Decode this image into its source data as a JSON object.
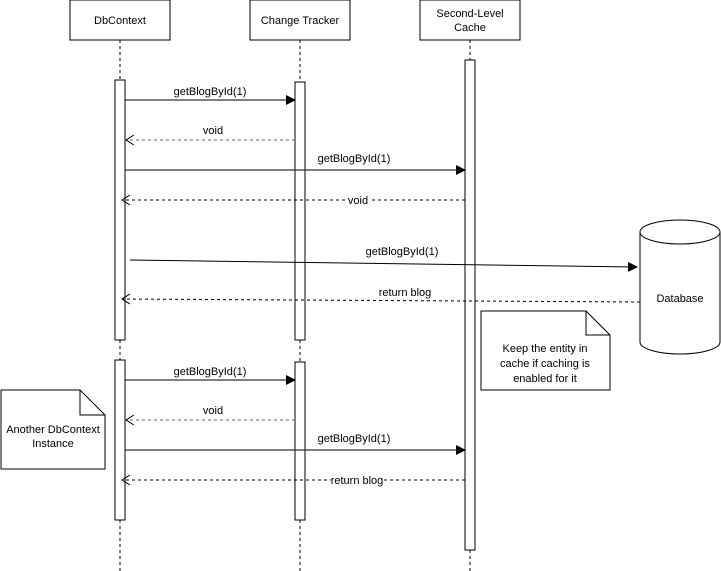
{
  "diagram": {
    "type": "sequence",
    "participants": [
      {
        "id": "dbcontext",
        "label_lines": [
          "DbContext"
        ]
      },
      {
        "id": "tracker",
        "label_lines": [
          "Change Tracker"
        ]
      },
      {
        "id": "cache",
        "label_lines": [
          "Second-Level",
          "Cache"
        ]
      }
    ],
    "database": {
      "label": "Database"
    },
    "messages": [
      {
        "id": "m1",
        "from": "dbcontext",
        "to": "tracker",
        "kind": "call",
        "label": "getBlogById(1)"
      },
      {
        "id": "m2",
        "from": "tracker",
        "to": "dbcontext",
        "kind": "return",
        "label": "void"
      },
      {
        "id": "m3",
        "from": "dbcontext",
        "to": "cache",
        "kind": "call",
        "label": "getBlogById(1)"
      },
      {
        "id": "m4",
        "from": "cache",
        "to": "dbcontext",
        "kind": "return",
        "label": "void"
      },
      {
        "id": "m5",
        "from": "dbcontext",
        "to": "database",
        "kind": "call",
        "label": "getBlogById(1)"
      },
      {
        "id": "m6",
        "from": "database",
        "to": "dbcontext",
        "kind": "return",
        "label": "return blog"
      },
      {
        "id": "m7",
        "from": "dbcontext",
        "to": "tracker",
        "kind": "call",
        "label": "getBlogById(1)"
      },
      {
        "id": "m8",
        "from": "tracker",
        "to": "dbcontext",
        "kind": "return",
        "label": "void"
      },
      {
        "id": "m9",
        "from": "dbcontext",
        "to": "cache",
        "kind": "call",
        "label": "getBlogById(1)"
      },
      {
        "id": "m10",
        "from": "cache",
        "to": "dbcontext",
        "kind": "return",
        "label": "return blog"
      }
    ],
    "notes": [
      {
        "id": "note-cache",
        "lines": [
          "Keep the entity in",
          "cache if caching is",
          "enabled for it"
        ]
      },
      {
        "id": "note-instance",
        "lines": [
          "Another DbContext",
          "Instance"
        ]
      }
    ]
  }
}
